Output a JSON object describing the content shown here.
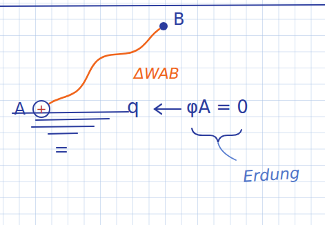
{
  "diagram": {
    "nodes": [
      {
        "text": [
          "A",
          "+"
        ]
      },
      {
        "text": [
          "B"
        ]
      }
    ],
    "edges": [
      {
        "from": 0,
        "to": 1,
        "arrow": "none",
        "label": "ΔWAB"
      }
    ],
    "labels": [
      "q",
      "φA = 0",
      "Erdung"
    ]
  }
}
